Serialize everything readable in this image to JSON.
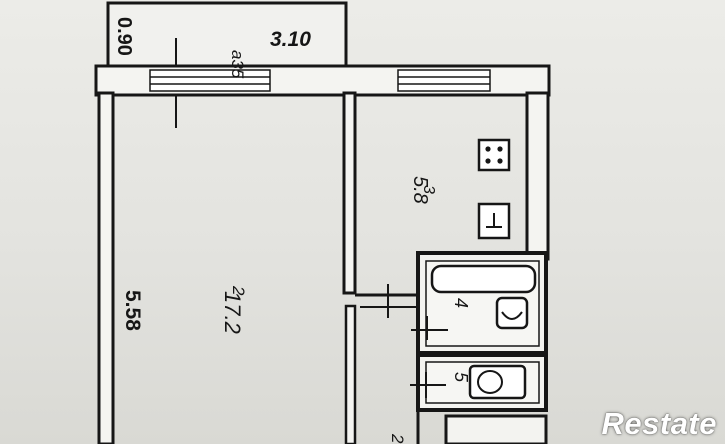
{
  "plan": {
    "balcony": {
      "width_label": "3.10",
      "depth_label": "0.90",
      "note_label": "a35"
    },
    "rooms": [
      {
        "number": "2",
        "area": "17.2"
      },
      {
        "number": "3",
        "area": "5.8"
      },
      {
        "number": "4",
        "area": ""
      },
      {
        "number": "5",
        "area": ""
      }
    ],
    "dimensions": {
      "living_room_length": "5.58"
    },
    "cut_label": "2"
  },
  "watermark": {
    "text": "Restate"
  },
  "colors": {
    "ink": "#161616",
    "paper": "#e7e7e3",
    "watermark": "#ffffff"
  }
}
